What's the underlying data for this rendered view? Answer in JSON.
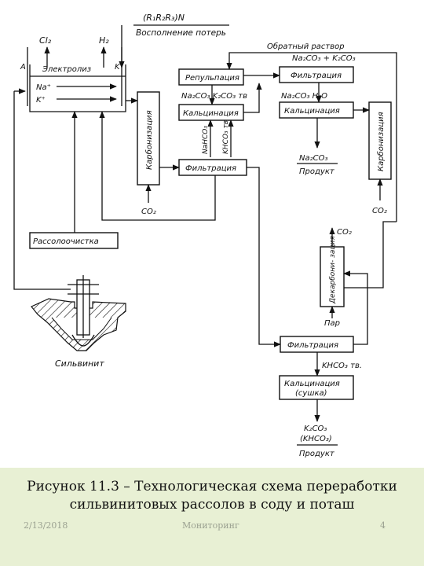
{
  "diagram": {
    "top_formula": "(R₁R₂R₃)N",
    "top_note": "Восполнение потерь",
    "cl2": "Cl₂",
    "h2": "H₂",
    "anode": "A",
    "cathode": "K",
    "electrolysis": "Электролиз",
    "na_plus": "Na⁺",
    "k_plus": "K⁺",
    "carbonization_left": "Карбонизация",
    "repulpation": "Репульпация",
    "filtration_top": "Фильтрация",
    "return_solution": "Обратный раствор",
    "return_formula": "Na₂CO₃ + K₂CO₃",
    "na2co3_k2co3_solid": "Na₂CO₃  K₂CO₃ тв",
    "na2co3_h2o": "Na₂CO₃ H₂O",
    "calcination_mid": "Кальцинация",
    "calcination_right": "Кальцинация",
    "nahco3": "NaHCO₃",
    "khco3": "KHCO₃ тв",
    "product_formula_1": "Na₂CO₃",
    "product_label_1": "Продукт",
    "carbonization_right": "Карбонизация",
    "filtration_mid": "Фильтрация",
    "co2_mid": "CO₂",
    "co2_right": "CO₂",
    "brine_cleaning": "Рассолоочистка",
    "co2_decarb": "CO₂",
    "decarbonization": "Декарбони- зация",
    "steam": "Пар",
    "filtration_bottom": "Фильтрация",
    "khco3_solid": "KHCO₃ тв.",
    "calcination_bottom_1": "Кальцинация",
    "calcination_bottom_2": "(сушка)",
    "product_formula_2a": "K₂CO₃",
    "product_formula_2b": "(KHCO₃)",
    "product_label_2": "Продукт",
    "sylvinite": "Сильвинит"
  },
  "caption": {
    "line1": "Рисунок 11.3 – Технологическая схема переработки",
    "line2": "сильвинитовых рассолов в соду и поташ"
  },
  "footer": {
    "date": "2/13/2018",
    "center": "Мониторинг",
    "page": "4"
  }
}
